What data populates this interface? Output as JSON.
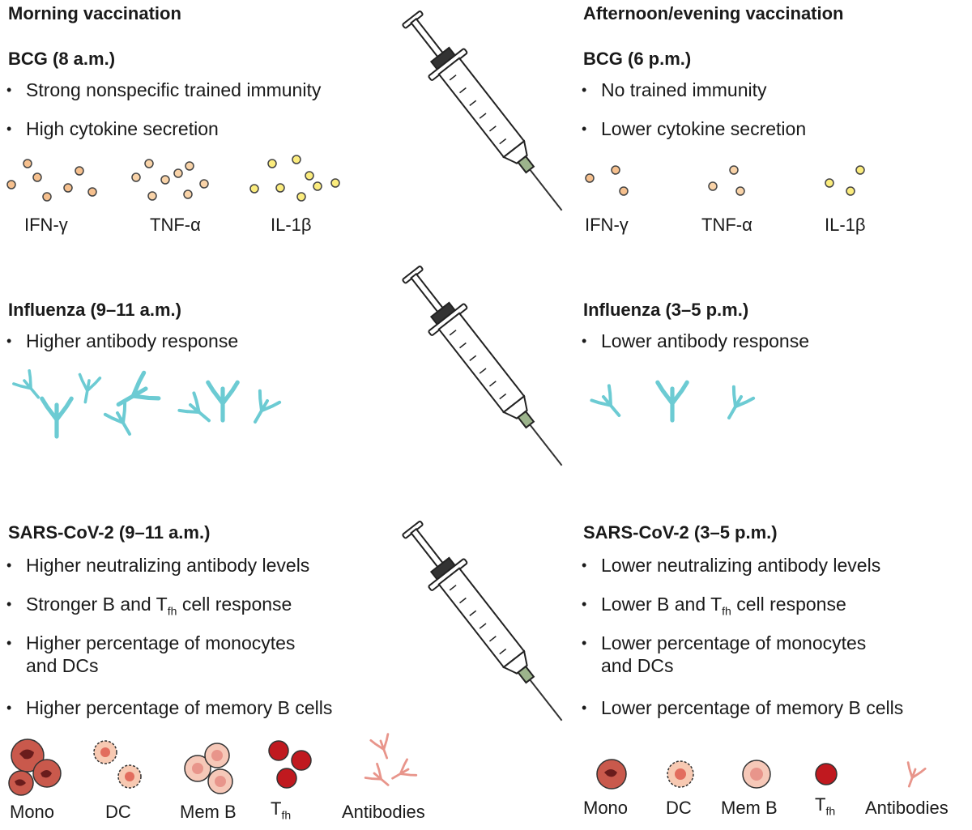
{
  "columns": {
    "morning": {
      "title": "Morning vaccination"
    },
    "evening": {
      "title": "Afternoon/evening vaccination"
    }
  },
  "bcg": {
    "morning": {
      "title": "BCG (8 a.m.)",
      "bullets": [
        "Strong nonspecific trained immunity",
        "High cytokine secretion"
      ]
    },
    "evening": {
      "title": "BCG (6 p.m.)",
      "bullets": [
        "No trained immunity",
        "Lower cytokine secretion"
      ]
    },
    "cytokines": [
      "IFN-γ",
      "TNF-α",
      "IL-1β"
    ]
  },
  "influenza": {
    "morning": {
      "title": "Influenza (9–11 a.m.)",
      "bullets": [
        "Higher antibody response"
      ]
    },
    "evening": {
      "title": "Influenza (3–5 p.m.)",
      "bullets": [
        "Lower antibody response"
      ]
    }
  },
  "sars": {
    "morning": {
      "title": "SARS-CoV-2 (9–11 a.m.)",
      "b1": "Higher neutralizing antibody levels",
      "b2_pre": "Stronger B and T",
      "b2_sub": "fh",
      "b2_post": " cell response",
      "b3_line1": "Higher percentage of monocytes",
      "b3_line2": "and DCs",
      "b4": "Higher percentage of memory B cells"
    },
    "evening": {
      "title": "SARS-CoV-2 (3–5 p.m.)",
      "b1": "Lower neutralizing antibody levels",
      "b2_pre": "Lower B and T",
      "b2_sub": "fh",
      "b2_post": " cell response",
      "b3_line1": "Lower percentage of monocytes",
      "b3_line2": "and DCs",
      "b4": "Lower percentage of memory B cells"
    },
    "cells": {
      "mono": "Mono",
      "dc": "DC",
      "memb": "Mem B",
      "tfh_main": "T",
      "tfh_sub": "fh",
      "antibodies": "Antibodies"
    }
  },
  "colors": {
    "syringe_bcg": "#f5d96a",
    "syringe_flu": "#bde4ea",
    "syringe_sars": "#f2b7b3",
    "antibody_flu": "#6ccbd3",
    "antibody_sars": "#e8958b",
    "ifn": "#f6c08e",
    "tnf": "#f9d3a8",
    "il1": "#fbec7d"
  }
}
